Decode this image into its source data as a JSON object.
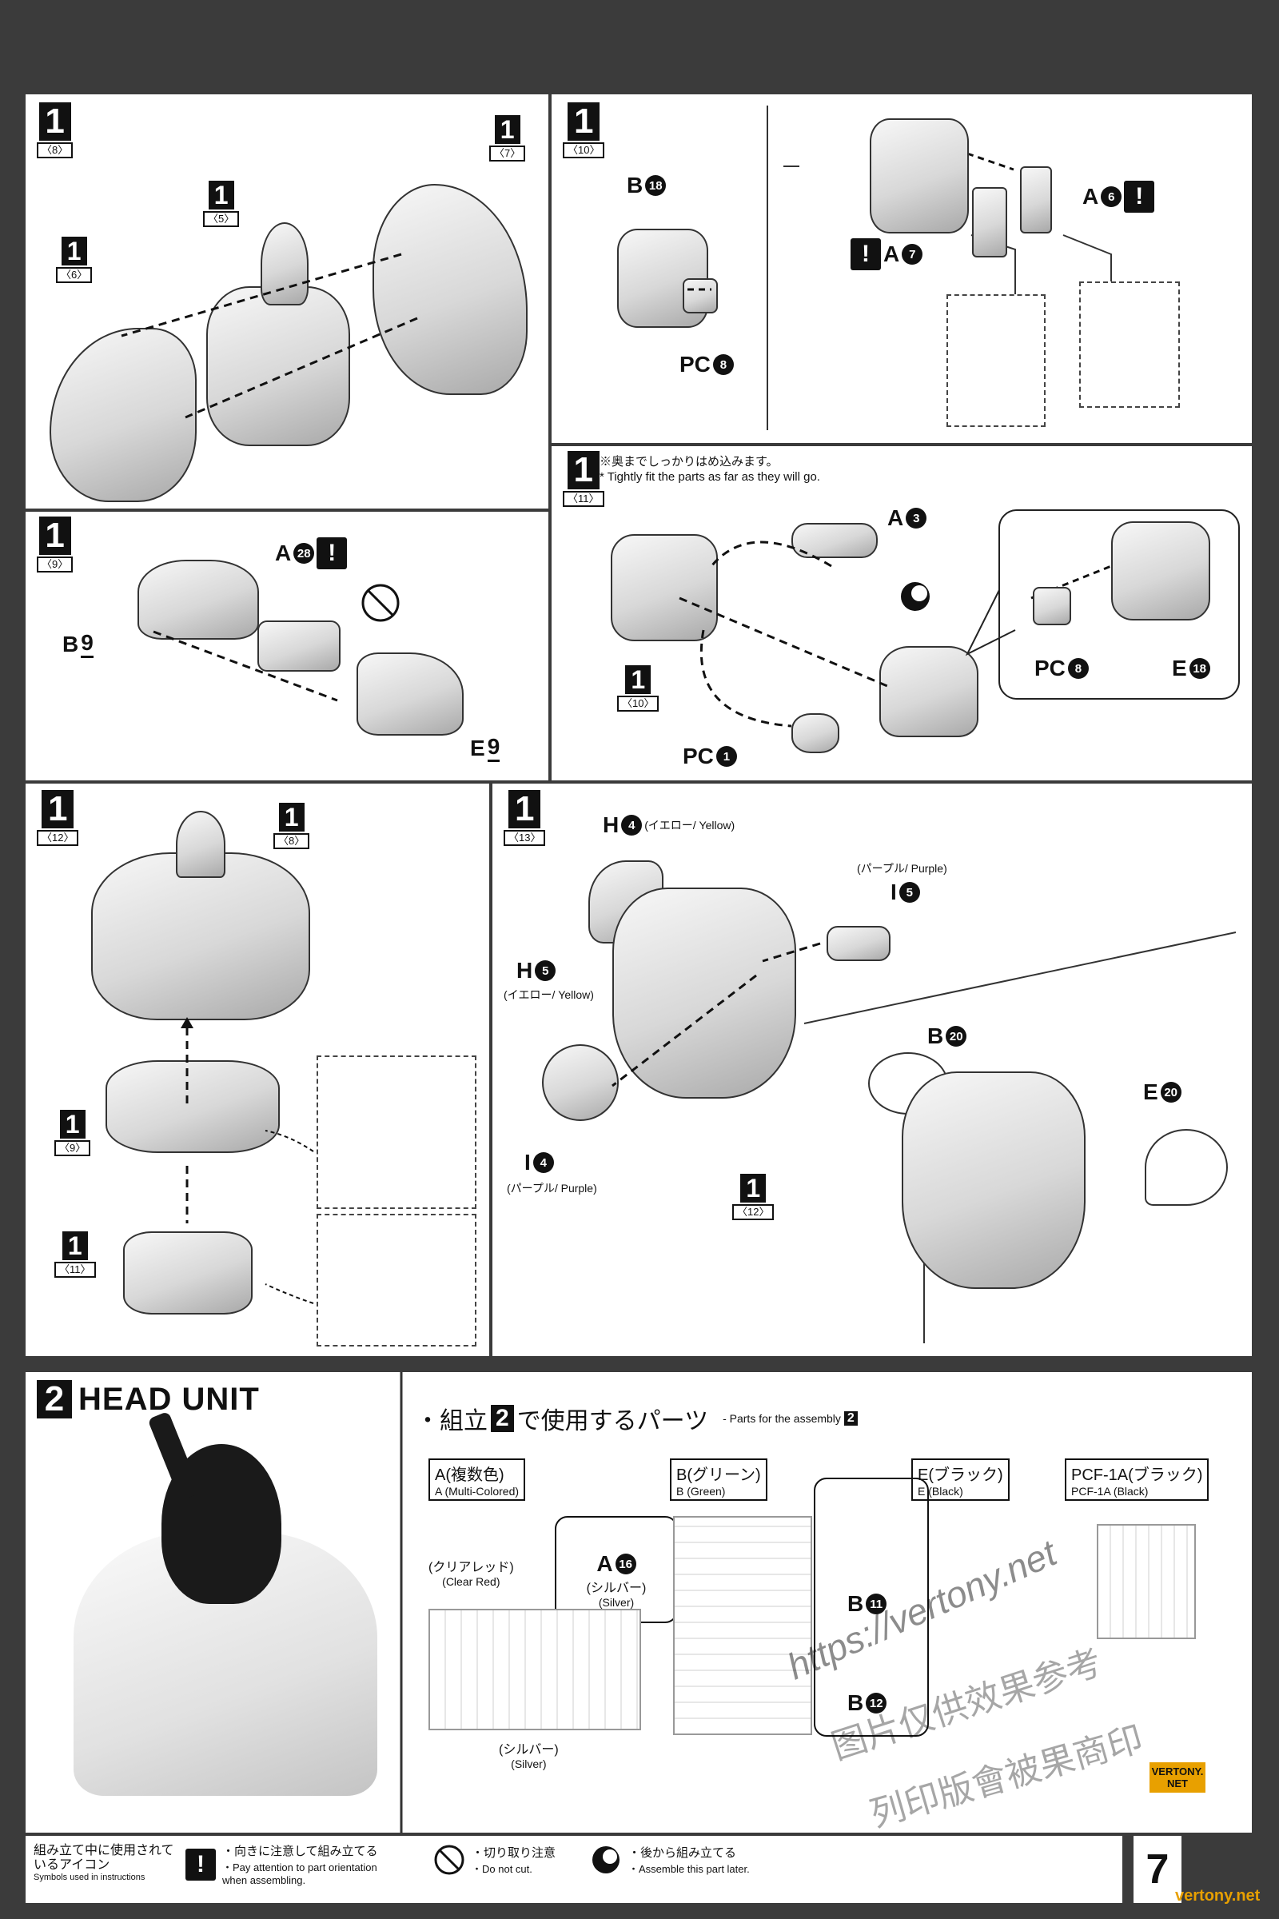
{
  "steps": {
    "s8": {
      "num": "1",
      "sub": "〈8〉",
      "refs": [
        {
          "num": "1",
          "sub": "〈7〉"
        },
        {
          "num": "1",
          "sub": "〈5〉"
        },
        {
          "num": "1",
          "sub": "〈6〉"
        }
      ]
    },
    "s10": {
      "num": "1",
      "sub": "〈10〉",
      "parts": {
        "b18": "B",
        "b18n": "18",
        "pc8": "PC",
        "pc8n": "8",
        "a6": "A",
        "a6n": "6",
        "a7": "A",
        "a7n": "7"
      }
    },
    "s9": {
      "num": "1",
      "sub": "〈9〉",
      "parts": {
        "a28": "A",
        "a28n": "28",
        "b9": "B",
        "b9n": "9",
        "e9": "E",
        "e9n": "9"
      }
    },
    "s11": {
      "num": "1",
      "sub": "〈11〉",
      "note_jp": "※奥までしっかりはめ込みます。",
      "note_en": "* Tightly fit the parts as far as they will go.",
      "ref": {
        "num": "1",
        "sub": "〈10〉"
      },
      "parts": {
        "a3": "A",
        "a3n": "3",
        "pc8": "PC",
        "pc8n": "8",
        "e18": "E",
        "e18n": "18",
        "pc1": "PC",
        "pc1n": "1"
      }
    },
    "s12": {
      "num": "1",
      "sub": "〈12〉",
      "refs": [
        {
          "num": "1",
          "sub": "〈8〉"
        },
        {
          "num": "1",
          "sub": "〈9〉"
        },
        {
          "num": "1",
          "sub": "〈11〉"
        }
      ]
    },
    "s13": {
      "num": "1",
      "sub": "〈13〉",
      "ref": {
        "num": "1",
        "sub": "〈12〉"
      },
      "parts": {
        "h4": "H",
        "h4n": "4",
        "h4c": "(イエロー/ Yellow)",
        "h5": "H",
        "h5n": "5",
        "h5c": "(イエロー/ Yellow)",
        "i5": "I",
        "i5n": "5",
        "i5c": "(パープル/ Purple)",
        "i4": "I",
        "i4n": "4",
        "i4c": "(パープル/ Purple)",
        "b20": "B",
        "b20n": "20",
        "e20": "E",
        "e20n": "20"
      }
    }
  },
  "head_unit": {
    "num": "2",
    "title": "HEAD UNIT",
    "parts_title_jp_pre": "・組立",
    "parts_title_num": "2",
    "parts_title_jp_post": "で使用するパーツ",
    "parts_title_en": "- Parts for the assembly",
    "parts_title_en_num": "2",
    "runners": {
      "a_jp": "A(複数色)",
      "a_en": "A (Multi-Colored)",
      "a16": "A",
      "a16n": "16",
      "a16_jp": "(シルバー)",
      "a16_en": "(Silver)",
      "clear_jp": "(クリアレッド)",
      "clear_en": "(Clear Red)",
      "silver_jp": "(シルバー)",
      "silver_en": "(Silver)",
      "b_jp": "B(グリーン)",
      "b_en": "B (Green)",
      "b11": "B",
      "b11n": "11",
      "b12": "B",
      "b12n": "12",
      "e_jp": "E(ブラック)",
      "e_en": "E (Black)",
      "pcf_jp": "PCF-1A(ブラック)",
      "pcf_en": "PCF-1A (Black)"
    }
  },
  "legend": {
    "title_jp": "組み立て中に使用されているアイコン",
    "title_en": "Symbols used in instructions",
    "items": [
      {
        "jp": "・向きに注意して組み立てる",
        "en": "・Pay attention to part orientation when assembling."
      },
      {
        "jp": "・切り取り注意",
        "en": "・Do not cut."
      },
      {
        "jp": "・後から組み立てる",
        "en": "・Assemble this part later."
      }
    ]
  },
  "watermark": {
    "url": "https://vertony.net",
    "line2": "图片仅供效果参考",
    "line3": "列印版會被果商印",
    "badge": "VERTONY.NET",
    "footer_url": "vertony.net"
  },
  "page_number": "7",
  "colors": {
    "frame": "#3b3b3b",
    "ink": "#111111",
    "panel": "#ffffff",
    "badge": "#e8a000"
  }
}
